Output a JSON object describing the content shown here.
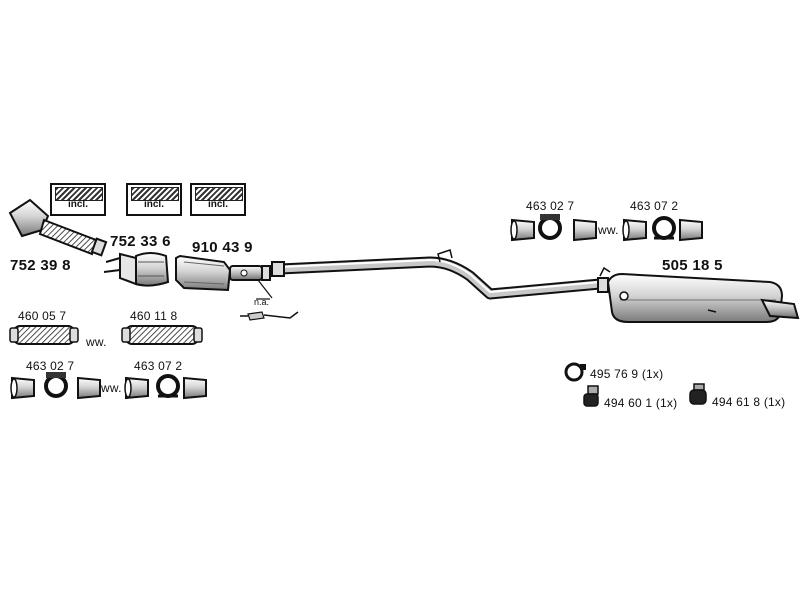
{
  "parts": {
    "downpipe_main": "752 39 8",
    "catalyst_1": "752 33 6",
    "catalyst_2": "910 43 9",
    "rear_silencer": "505 18 5",
    "flex_pipe_a": "460 05 7",
    "flex_pipe_b": "460 11 8",
    "clamp_left_a": "463 02 7",
    "clamp_left_b": "463 07 2",
    "clamp_right_a": "463 02 7",
    "clamp_right_b": "463 07 2",
    "hanger_a": "495 76 9 (1x)",
    "hanger_b": "494 60 1 (1x)",
    "hanger_c": "494 61 8 (1x)"
  },
  "notes": {
    "ww": "ww.",
    "na": "n.a.",
    "incl": "incl."
  },
  "colors": {
    "ink": "#111111",
    "paper": "#ffffff",
    "shade": "#8a8a8a"
  }
}
